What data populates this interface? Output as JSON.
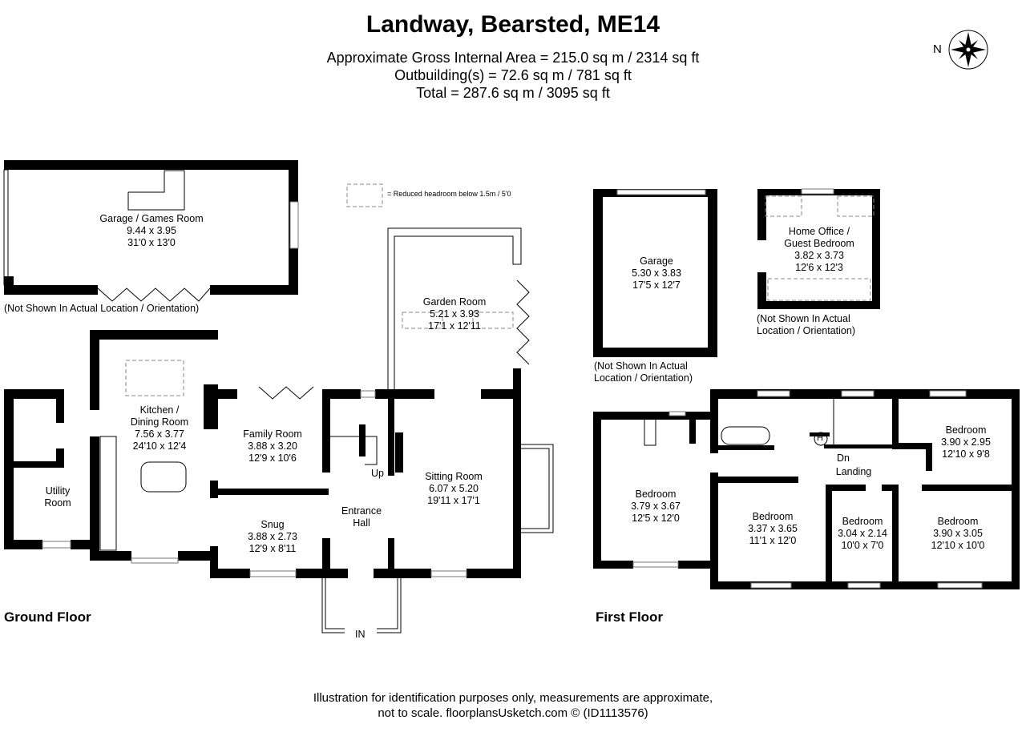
{
  "header": {
    "title": "Landway, Bearsted, ME14",
    "gross_internal_area": "Approximate Gross Internal Area = 215.0 sq m / 2314 sq ft",
    "outbuildings": "Outbuilding(s) = 72.6 sq m / 781 sq ft",
    "total": "Total = 287.6 sq m / 3095 sq ft"
  },
  "compass": {
    "label": "N",
    "icon": "compass-rose-icon"
  },
  "legend": {
    "reduced_headroom": "= Reduced headroom below 1.5m / 5'0"
  },
  "ground_floor": {
    "label": "Ground Floor",
    "rooms": [
      {
        "name": "Garage / Games Room",
        "metric": "9.44 x 3.95",
        "imperial": "31'0 x 13'0"
      },
      {
        "name": "Garden Room",
        "metric": "5.21 x 3.93",
        "imperial": "17'1 x 12'11"
      },
      {
        "name": "Kitchen /",
        "name2": "Dining Room",
        "metric": "7.56 x 3.77",
        "imperial": "24'10 x 12'4"
      },
      {
        "name": "Family Room",
        "metric": "3.88 x 3.20",
        "imperial": "12'9 x 10'6"
      },
      {
        "name": "Utility",
        "name2": "Room"
      },
      {
        "name": "Snug",
        "metric": "3.88 x 2.73",
        "imperial": "12'9 x 8'11"
      },
      {
        "name": "Entrance",
        "name2": "Hall"
      },
      {
        "name": "Sitting Room",
        "metric": "6.07 x 5.20",
        "imperial": "19'11 x 17'1"
      }
    ],
    "garage_note": "(Not Shown In Actual Location / Orientation)",
    "stairs_label": "Up",
    "entrance_label": "IN"
  },
  "first_floor": {
    "label": "First Floor",
    "rooms": [
      {
        "name": "Garage",
        "metric": "5.30 x 3.83",
        "imperial": "17'5 x 12'7"
      },
      {
        "name": "Home Office /",
        "name2": "Guest Bedroom",
        "metric": "3.82 x 3.73",
        "imperial": "12'6 x 12'3"
      },
      {
        "name": "Bedroom",
        "metric": "3.90 x 2.95",
        "imperial": "12'10 x 9'8"
      },
      {
        "name": "Bedroom",
        "metric": "3.79 x 3.67",
        "imperial": "12'5 x 12'0"
      },
      {
        "name": "Bedroom",
        "metric": "3.37 x 3.65",
        "imperial": "11'1 x 12'0"
      },
      {
        "name": "Bedroom",
        "metric": "3.04 x 2.14",
        "imperial": "10'0 x 7'0"
      },
      {
        "name": "Bedroom",
        "metric": "3.90 x 3.05",
        "imperial": "12'10 x 10'0"
      },
      {
        "name": "Landing"
      }
    ],
    "garage_note_1": "(Not Shown In Actual",
    "garage_note_2": "Location / Orientation)",
    "office_note_1": "(Not Shown In Actual",
    "office_note_2": "Location / Orientation)",
    "stairs_label": "Dn",
    "heater_label": "H"
  },
  "footer": {
    "line1": "Illustration for identification purposes only, measurements are approximate,",
    "line2": "not to scale. floorplansUsketch.com © (ID1113576)"
  }
}
